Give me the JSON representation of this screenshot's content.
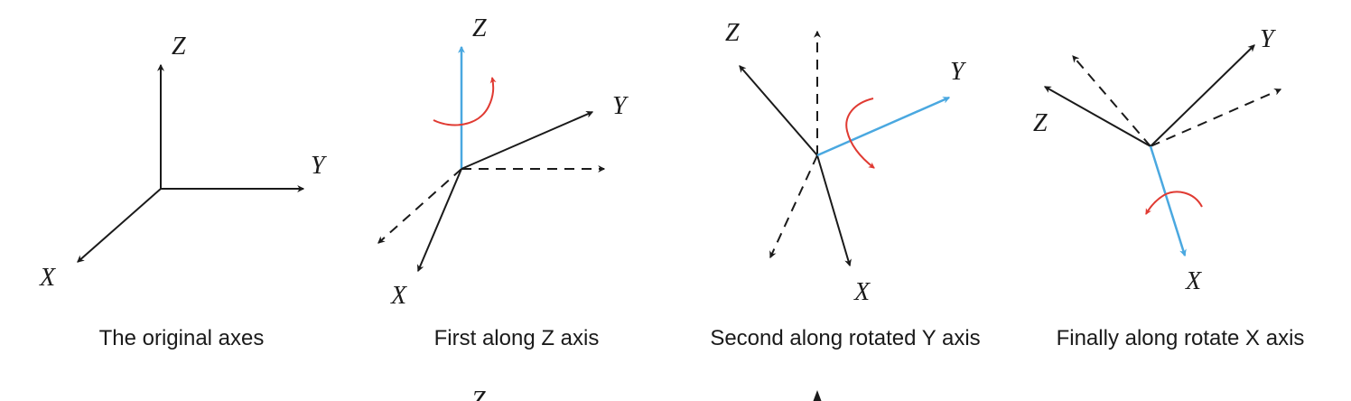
{
  "colors": {
    "axis": "#1a1a1a",
    "rotation_axis": "#4aa8e0",
    "rotation_arrow": "#e03a32"
  },
  "panels": [
    {
      "caption": "The original axes",
      "labels": {
        "x": "X",
        "y": "Y",
        "z": "Z"
      }
    },
    {
      "caption": "First along Z axis",
      "labels": {
        "x": "X",
        "y": "Y",
        "z": "Z"
      }
    },
    {
      "caption": "Second along rotated Y axis",
      "labels": {
        "x": "X",
        "y": "Y",
        "z": "Z"
      }
    },
    {
      "caption": "Finally along rotate X axis",
      "labels": {
        "x": "X",
        "y": "Y",
        "z": "Z"
      }
    }
  ],
  "partial_bottom": {
    "labels": {
      "z": "Z"
    }
  }
}
